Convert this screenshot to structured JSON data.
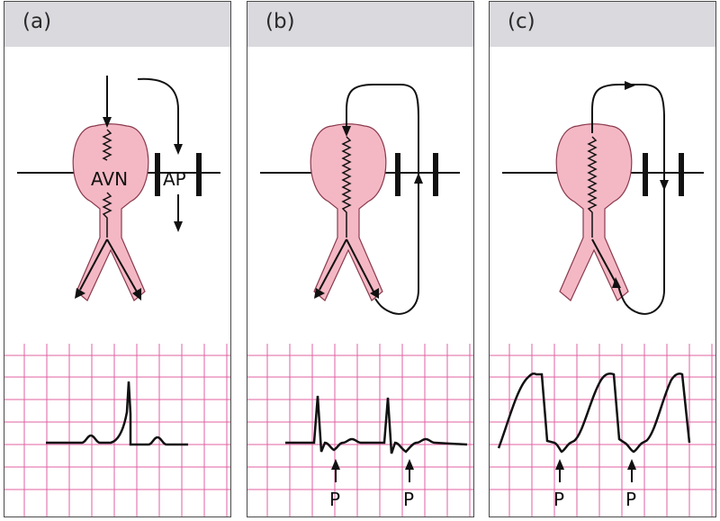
{
  "panels": [
    {
      "letter": "(a)",
      "labels": {
        "avn": "AVN",
        "ap": "AP"
      }
    },
    {
      "letter": "(b)",
      "labels": {
        "p1": "P",
        "p2": "P"
      }
    },
    {
      "letter": "(c)",
      "labels": {
        "p1": "P",
        "p2": "P"
      }
    }
  ],
  "colors": {
    "node_fill": "#f4b8c4",
    "node_stroke": "#8a3a4e",
    "grid_line": "#e060a0",
    "header_bg": "#d9d9de",
    "ink": "#111111"
  }
}
